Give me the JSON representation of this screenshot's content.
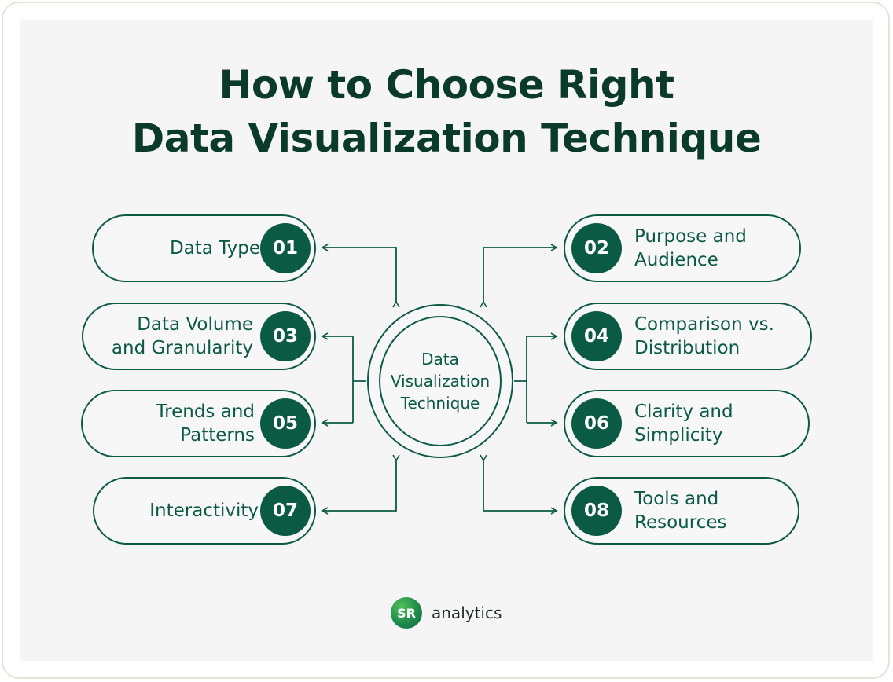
{
  "title": {
    "line1": "How to Choose Right",
    "line2": "Data Visualization Technique"
  },
  "hub": {
    "line1": "Data",
    "line2": "Visualization",
    "line3": "Technique"
  },
  "items": [
    {
      "number": "01",
      "line1": "Data Type",
      "line2": ""
    },
    {
      "number": "02",
      "line1": "Purpose and",
      "line2": "Audience"
    },
    {
      "number": "03",
      "line1": "Data Volume",
      "line2": "and Granularity"
    },
    {
      "number": "04",
      "line1": "Comparison vs.",
      "line2": "Distribution"
    },
    {
      "number": "05",
      "line1": "Trends and",
      "line2": "Patterns"
    },
    {
      "number": "06",
      "line1": "Clarity and",
      "line2": "Simplicity"
    },
    {
      "number": "07",
      "line1": "Interactivity",
      "line2": ""
    },
    {
      "number": "08",
      "line1": "Tools and",
      "line2": "Resources"
    }
  ],
  "brand": {
    "logo_text": "SR",
    "name": "analytics"
  },
  "colors": {
    "accent": "#0b5a43",
    "title": "#0a3a2a",
    "background": "#f5f5f5"
  }
}
